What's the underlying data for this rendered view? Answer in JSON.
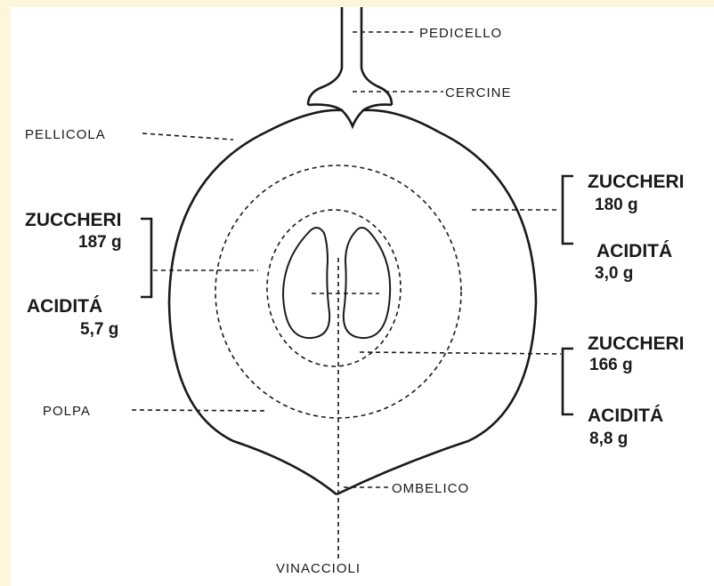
{
  "colors": {
    "background": "#fdf6dc",
    "paper": "#ffffff",
    "ink": "#1a1a1a"
  },
  "parts": {
    "pedicello": "PEDICELLO",
    "cercine": "CERCINE",
    "pellicola": "PELLICOLA",
    "polpa": "POLPA",
    "ombelico": "OMBELICO",
    "vinaccioli": "VINACCIOLI"
  },
  "zones": {
    "outer": {
      "sugar_label": "ZUCCHERI",
      "sugar_value": "180 g",
      "acid_label": "ACIDITÁ",
      "acid_value": "3,0 g"
    },
    "middle": {
      "sugar_label": "ZUCCHERI",
      "sugar_value": "187 g",
      "acid_label": "ACIDITÁ",
      "acid_value": "5,7 g"
    },
    "inner": {
      "sugar_label": "ZUCCHERI",
      "sugar_value": "166 g",
      "acid_label": "ACIDITÁ",
      "acid_value": "8,8 g"
    }
  }
}
